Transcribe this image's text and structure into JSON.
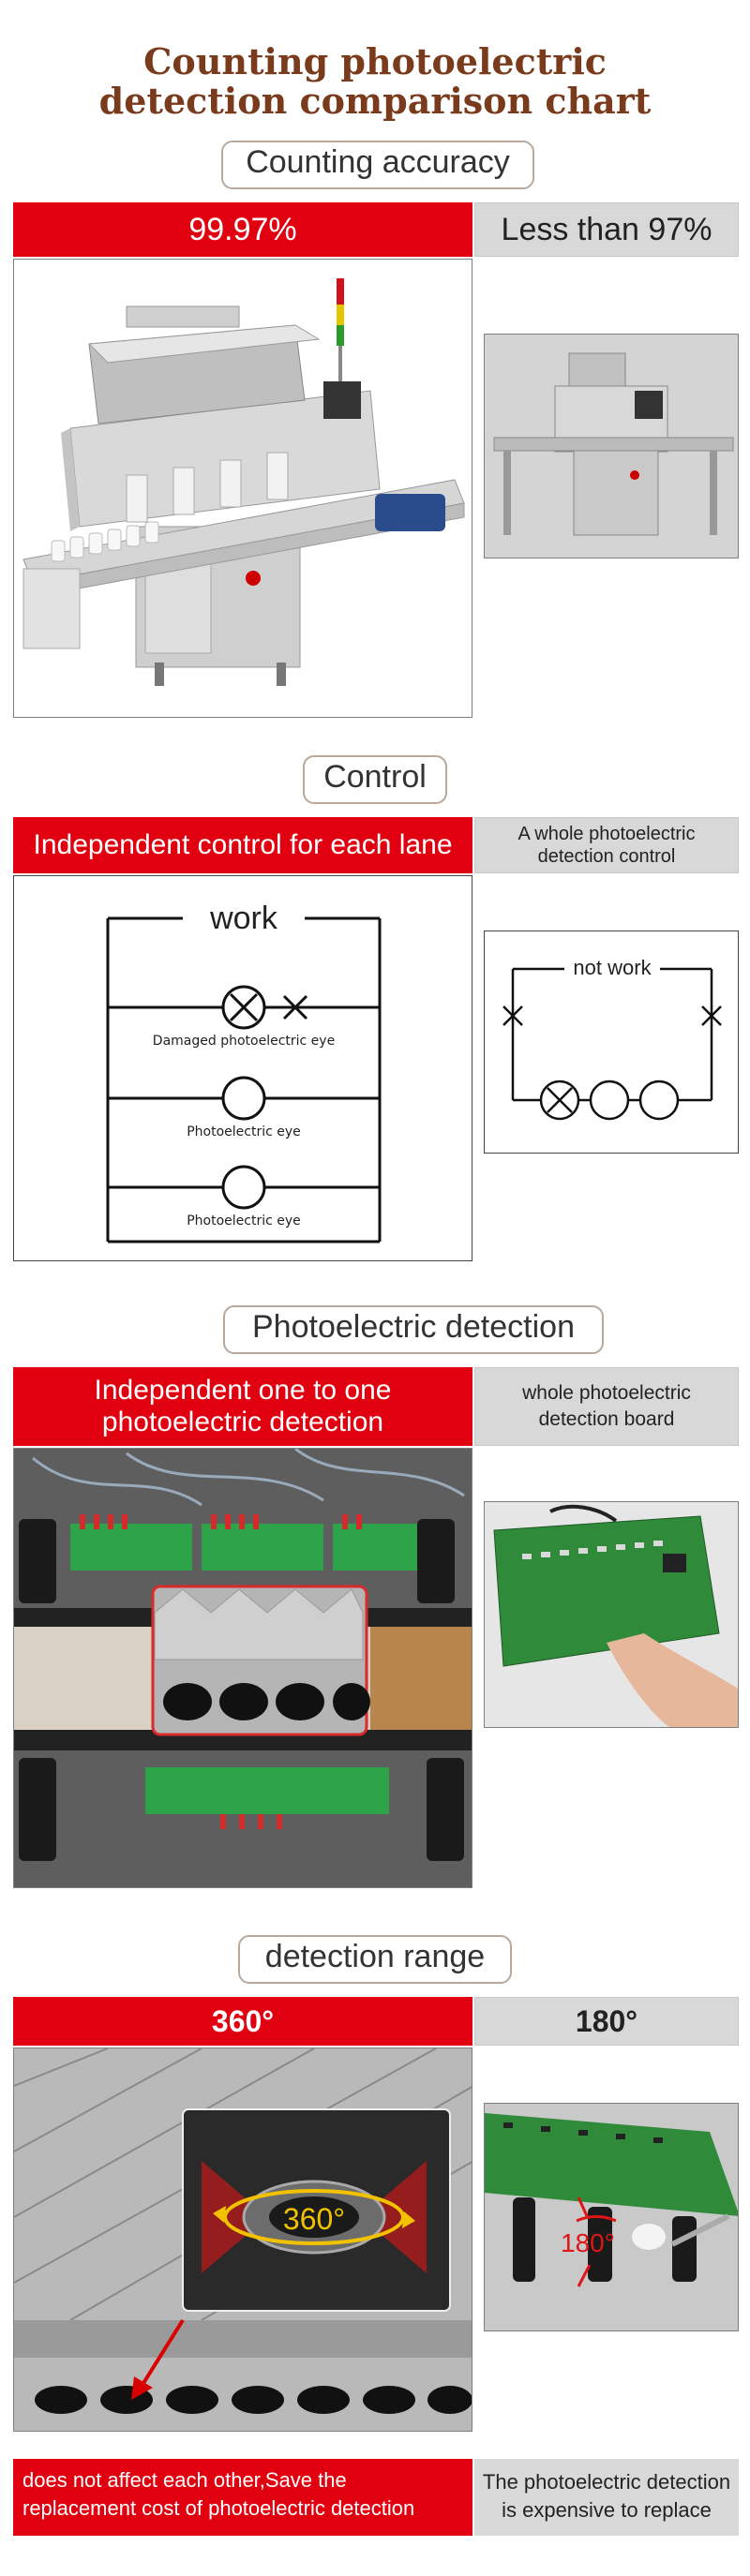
{
  "title": {
    "line1": "Counting photoelectric",
    "line2": "detection comparison chart"
  },
  "sections": {
    "accuracy": {
      "title": "Counting accuracy",
      "left_header": "99.97%",
      "right_header": "Less than 97%"
    },
    "control": {
      "title": "Control",
      "left_header": "Independent control for each lane",
      "right_header_line1": "A whole photoelectric",
      "right_header_line2": "detection control",
      "left_diagram": {
        "work_label": "work",
        "eye_labels": [
          "Damaged photoelectric eye",
          "Photoelectric eye",
          "Photoelectric eye"
        ]
      },
      "right_diagram": {
        "not_work_label": "not work"
      }
    },
    "detection": {
      "title": "Photoelectric detection",
      "left_header_line1": "Independent one to one",
      "left_header_line2": "photoelectric detection",
      "right_header_line1": "whole photoelectric",
      "right_header_line2": "detection board"
    },
    "range": {
      "title": "detection range",
      "left_header": "360°",
      "right_header": "180°",
      "left_overlay": "360°",
      "right_overlay": "180°",
      "left_footer_line1": "does not affect each other,Save the",
      "left_footer_line2": "replacement cost of photoelectric detection",
      "right_footer_line1": "The photoelectric detection",
      "right_footer_line2": "is expensive to replace"
    }
  },
  "colors": {
    "accent_red": "#e0000f",
    "title_brown": "#7a3a1c",
    "header_gray": "#d8d8d8"
  }
}
